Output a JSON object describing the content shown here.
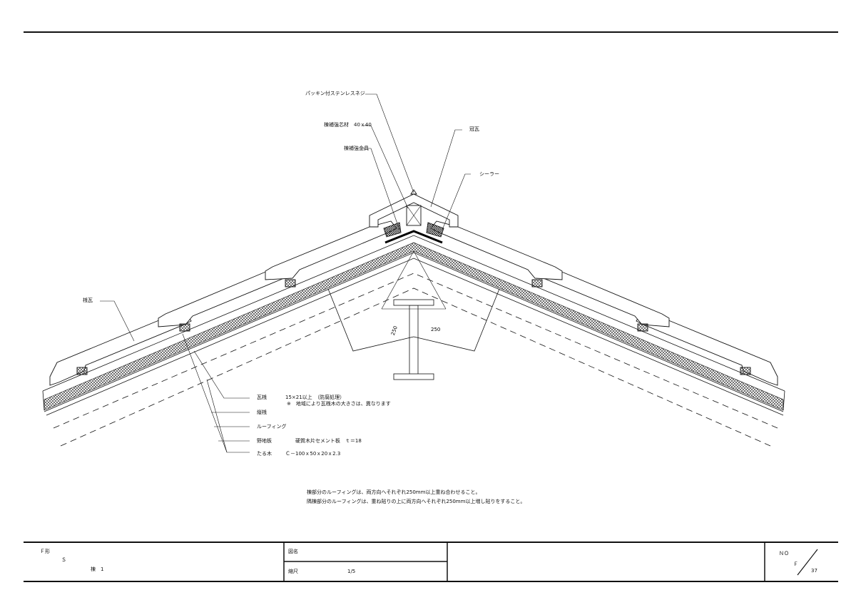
{
  "callouts": {
    "screw": "パッキン付ステンレスネジ",
    "core_material": "棟補強芯材　40ｘ40",
    "reinforce_metal": "棟補強金具",
    "crown_tile": "冠瓦",
    "sealer": "シーラー",
    "flat_tile": "桟瓦"
  },
  "layers": {
    "batten_name": "瓦桟",
    "batten_spec": "15×21以上　（防腐処理）",
    "batten_note": "※　地域により瓦桟木の大きさは、異なります",
    "counter_batten": "縦桟",
    "roofing": "ルーフィング",
    "sheathing_name": "野地板",
    "sheathing_spec": "硬質木片セメント板　ｔ＝18",
    "rafter_name": "たる木",
    "rafter_spec": "Ｃ－100ｘ50ｘ20ｘ2.3"
  },
  "dimensions": {
    "left": "250",
    "right": "250"
  },
  "notes": [
    "棟部分のルーフィングは、両方向へそれぞれ250mm以上重ね合わせること。",
    "隅棟部分のルーフィングは、重ね貼りの上に両方向へそれぞれ250mm以上増し貼りをすること。"
  ],
  "title_block": {
    "cell1_line1": "Ｆ形",
    "cell1_line2": "Ｓ",
    "cell1_line3": "棟　1",
    "drawing_name_label": "図名",
    "scale_label": "縮尺",
    "scale_value": "1/5",
    "no_label": "ＮＯ",
    "f_label": "Ｆ",
    "sheet_number": "37"
  }
}
